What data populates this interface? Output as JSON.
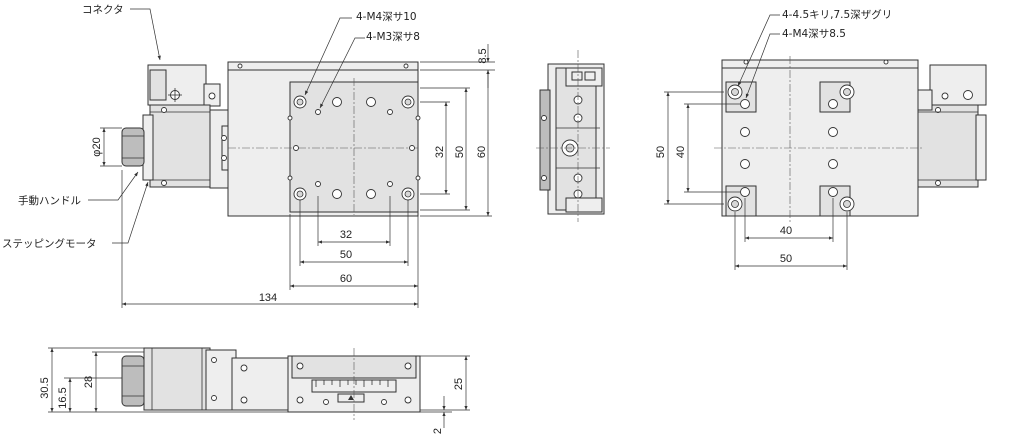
{
  "labels": {
    "connector": "コネクタ",
    "hand_knob": "手動ハンドル",
    "stepping_motor": "ステッピングモータ",
    "holes_m4_depth10": "4-M4深サ10",
    "holes_m3_depth8": "4-M3深サ8",
    "holes_counterbore": "4-4.5キリ,7.5深ザグリ",
    "holes_m4_depth85": "4-M4深サ8.5"
  },
  "dimensions": {
    "top_view": {
      "height_8_5": "8.5",
      "v32": "32",
      "v50": "50",
      "v60": "60",
      "h32": "32",
      "h50": "50",
      "h60": "60",
      "h134": "134",
      "dia20": "φ20"
    },
    "bottom_view": {
      "v50": "50",
      "v40": "40",
      "h40": "40",
      "h50": "50"
    },
    "side_view": {
      "v30_5": "30.5",
      "v28": "28",
      "v16_5": "16.5",
      "v25": "25",
      "v2": "2"
    }
  }
}
